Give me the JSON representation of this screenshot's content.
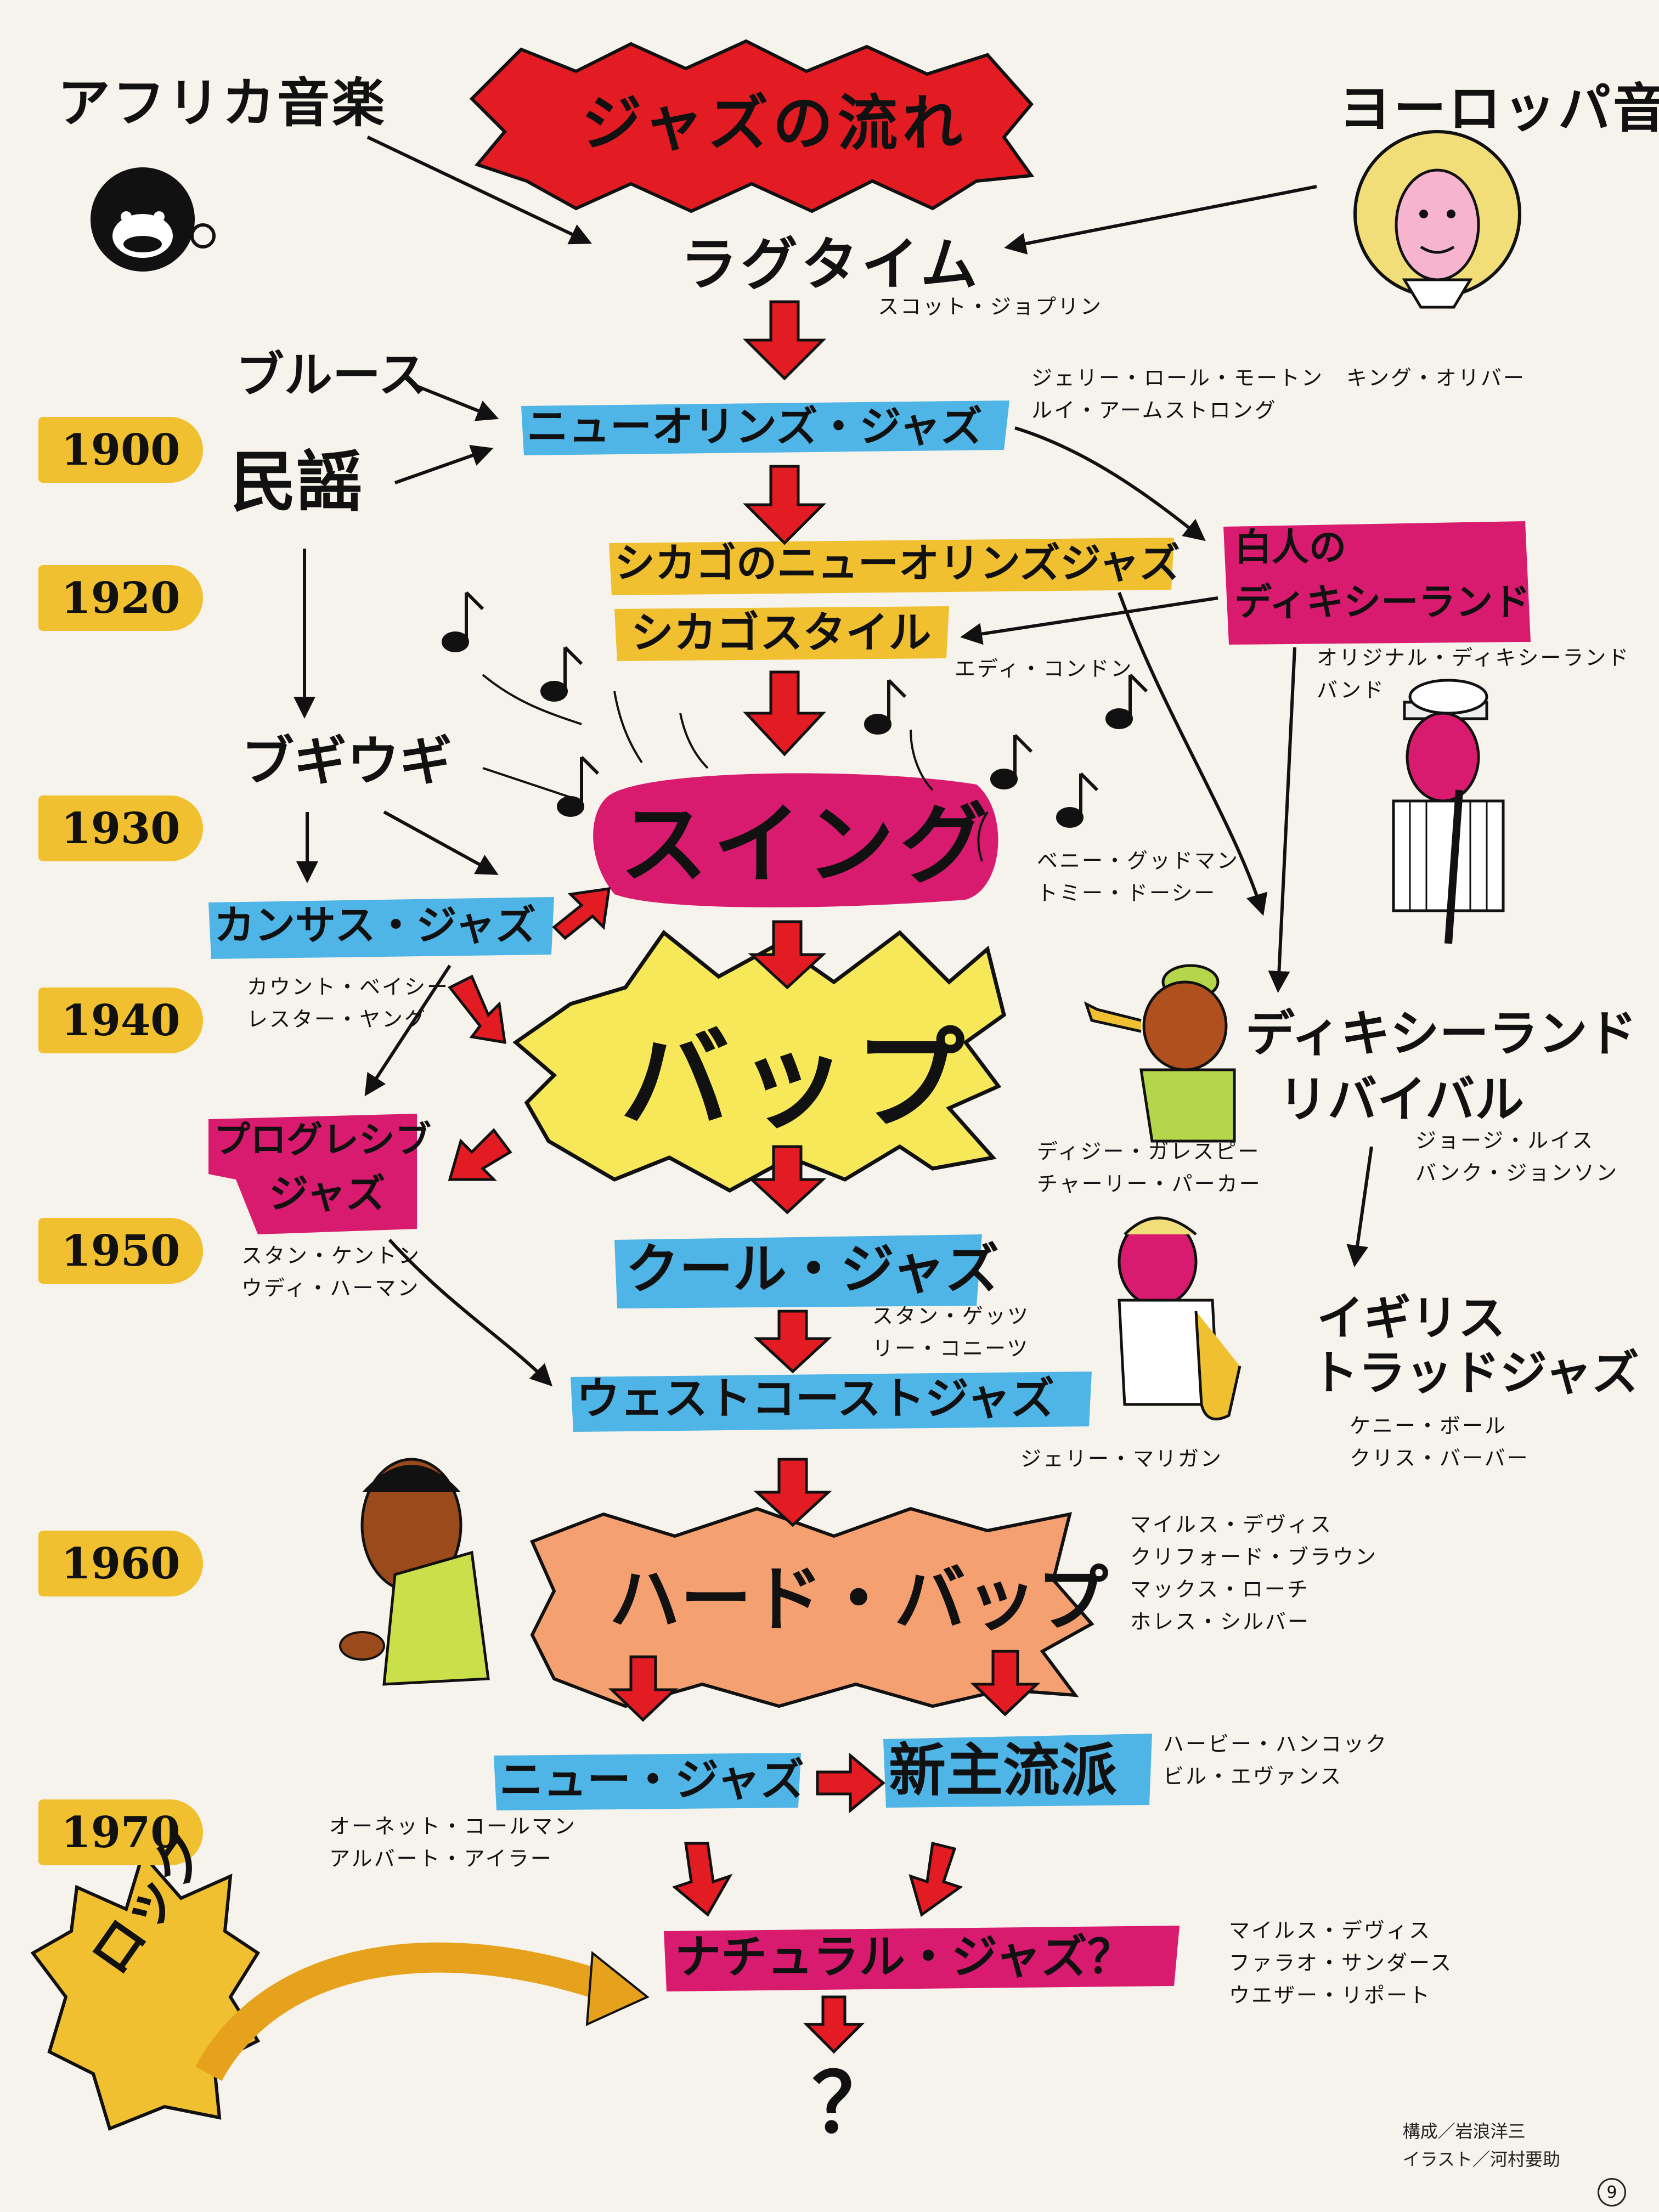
{
  "title": "ジャズの流れ",
  "sources": {
    "africa": "アフリカ音楽",
    "europe": "ヨーロッパ音楽"
  },
  "years": [
    "1900",
    "1920",
    "1930",
    "1940",
    "1950",
    "1960",
    "1970"
  ],
  "influences": {
    "blues": "ブルース",
    "folk": "民謡",
    "boogie": "ブギウギ",
    "rock": "ロック"
  },
  "styles": {
    "ragtime": "ラグタイム",
    "new_orleans": "ニューオリンズ・ジャズ",
    "chicago_new_orleans": "シカゴのニューオリンズジャズ",
    "chicago_style": "シカゴスタイル",
    "white_dixieland_1": "白人の",
    "white_dixieland_2": "ディキシーランド",
    "swing": "スイング",
    "kansas": "カンサス・ジャズ",
    "bop": "バップ",
    "progressive_1": "プログレシブ",
    "progressive_2": "ジャズ",
    "cool": "クール・ジャズ",
    "west_coast": "ウェストコーストジャズ",
    "dixieland_revival_1": "ディキシーランド",
    "dixieland_revival_2": "リバイバル",
    "british_trad_1": "イギリス",
    "british_trad_2": "トラッドジャズ",
    "hard_bop": "ハード・バップ",
    "new_jazz": "ニュー・ジャズ",
    "new_mainstream": "新主流派",
    "natural": "ナチュラル・ジャズ？",
    "unknown": "？"
  },
  "musicians": {
    "ragtime": [
      "スコット・ジョプリン"
    ],
    "new_orleans": [
      "ジェリー・ロール・モートン　キング・オリバー",
      "ルイ・アームストロング"
    ],
    "chicago": [
      "エディ・コンドン"
    ],
    "odjb": [
      "オリジナル・ディキシーランド",
      "バンド"
    ],
    "swing": [
      "ベニー・グッドマン",
      "トミー・ドーシー"
    ],
    "kansas": [
      "カウント・ベイシー",
      "レスター・ヤング"
    ],
    "bop": [
      "ディジー・ガレスピー",
      "チャーリー・パーカー"
    ],
    "revival": [
      "ジョージ・ルイス",
      "バンク・ジョンソン"
    ],
    "progressive": [
      "スタン・ケントン",
      "ウディ・ハーマン"
    ],
    "cool": [
      "スタン・ゲッツ",
      "リー・コニーツ"
    ],
    "trad": [
      "ケニー・ボール",
      "クリス・バーバー"
    ],
    "west_coast": [
      "ジェリー・マリガン"
    ],
    "hard_bop": [
      "マイルス・デヴィス",
      "クリフォード・ブラウン",
      "マックス・ローチ",
      "ホレス・シルバー"
    ],
    "new_mainstream": [
      "ハービー・ハンコック",
      "ビル・エヴァンス"
    ],
    "new_jazz": [
      "オーネット・コールマン",
      "アルバート・アイラー"
    ],
    "natural": [
      "マイルス・デヴィス",
      "ファラオ・サンダース",
      "ウエザー・リポート"
    ]
  },
  "credits": {
    "composition": "構成／岩浪洋三",
    "illustration": "イラスト／河村要助"
  },
  "page_number": "9",
  "colors": {
    "red": "#e31b23",
    "blue": "#4fb4e6",
    "magenta": "#d81b6e",
    "yellow": "#f0c030",
    "bop_yellow": "#f7e85a",
    "orange": "#f5a070"
  }
}
